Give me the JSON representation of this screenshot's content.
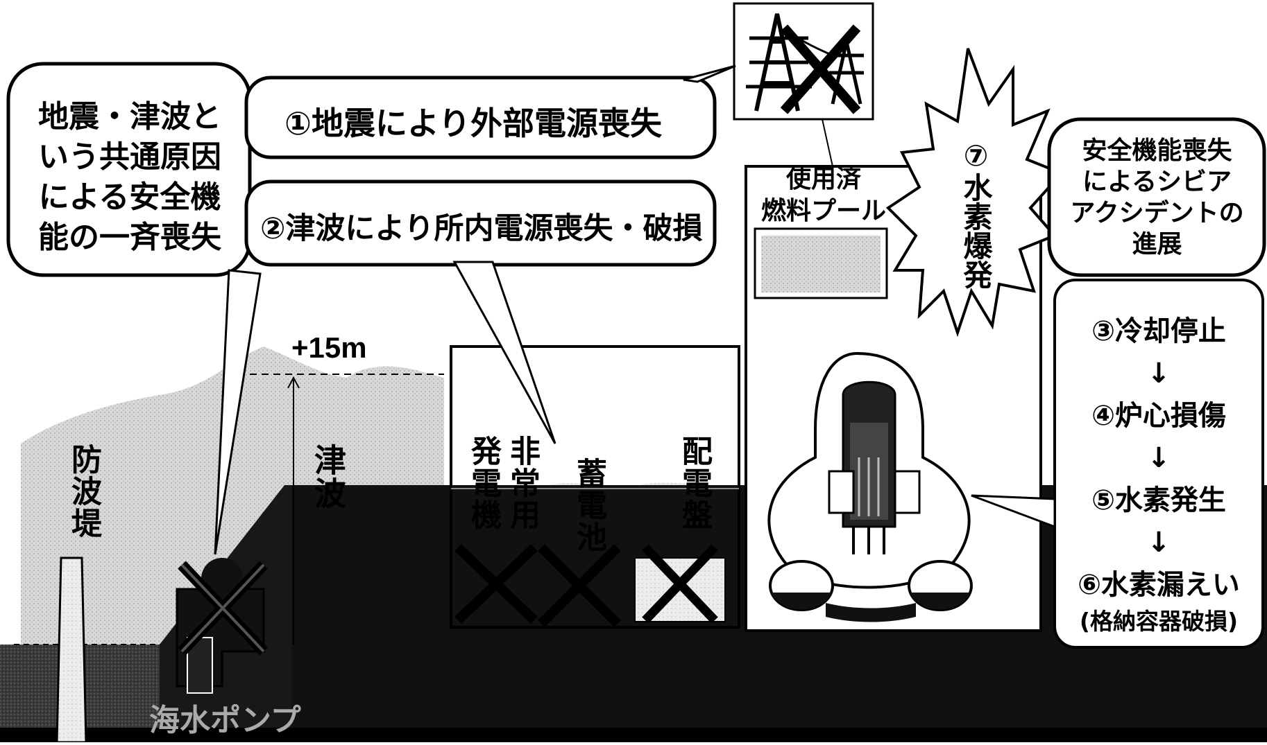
{
  "callouts": {
    "common_cause": [
      "地震・津波と",
      "いう共通原因",
      "による安全機",
      "能の一斉喪失"
    ],
    "step1": "①地震により外部電源喪失",
    "step2": "②津波により所内電源喪失・破損"
  },
  "labels": {
    "tsunami_height": "+15m",
    "breakwater": "防波堤",
    "tsunami": "津波",
    "seawater_pump": "海水ポンプ",
    "emergency_generator": [
      "非常用",
      "発電機"
    ],
    "battery": "蓄電池",
    "switchboard": "配電盤",
    "spent_fuel_pool": [
      "使用済",
      "燃料プール"
    ],
    "hydrogen_explosion": "⑦水素爆発"
  },
  "severe_accident": {
    "title": [
      "安全機能喪失",
      "によるシビア",
      "アクシデントの",
      "進展"
    ],
    "steps": [
      "③冷却停止",
      "④炉心損傷",
      "⑤水素発生",
      "⑥水素漏えい",
      "(格納容器破損)"
    ],
    "arrow": "↓"
  },
  "icons": [
    "power-tower-icon",
    "cross-mark-icon",
    "explosion-burst-icon",
    "reactor-vessel-icon"
  ],
  "colors": {
    "sea": "#2a2a2a",
    "tsunami": "#d6d6d6",
    "ground": "#111111",
    "paper": "#ffffff"
  }
}
